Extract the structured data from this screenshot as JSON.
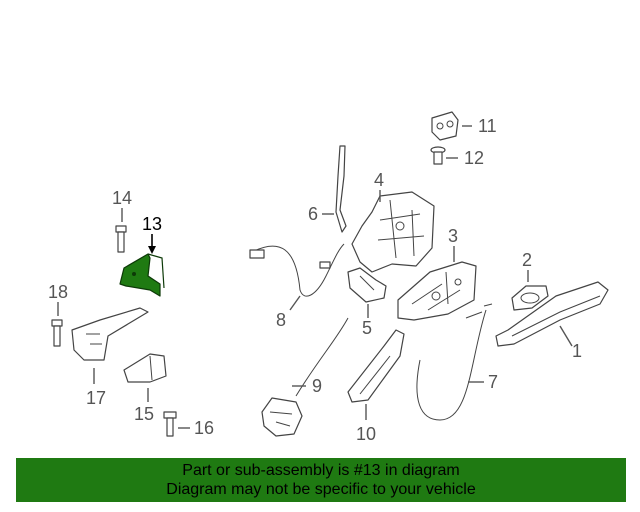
{
  "diagram": {
    "highlighted_part": "13",
    "callouts": [
      "1",
      "2",
      "3",
      "4",
      "5",
      "6",
      "7",
      "8",
      "9",
      "10",
      "11",
      "12",
      "13",
      "14",
      "15",
      "16",
      "17",
      "18"
    ],
    "highlight_color": "#1f7a12"
  },
  "banner": {
    "line1": "Part or sub-assembly is #13 in diagram",
    "line2": "Diagram may not be specific to your vehicle",
    "background": "#1f7a12"
  }
}
